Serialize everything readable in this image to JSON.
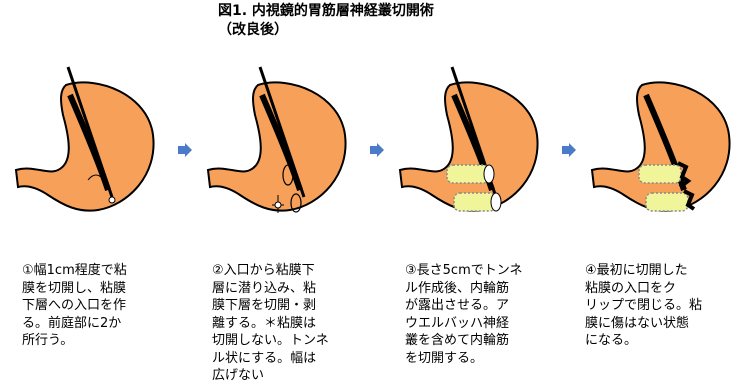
{
  "title": {
    "line1": "図1. 内視鏡的胃筋層神経叢切開術",
    "line2": "（改良後）"
  },
  "colors": {
    "stomach": "#f7a05a",
    "outline": "#000000",
    "arrow": "#4a7bc8",
    "tunnel": "#f0f59a"
  },
  "steps": [
    {
      "caption": "①幅1cm程度で粘\n膜を切開し、粘膜\n下層への入口を作\nる。前庭部に2か\n所行う。"
    },
    {
      "caption": "②入口から粘膜下\n層に潜り込み、粘\n膜下層を切開・剥\n離する。＊粘膜は\n切開しない。トンネ\nル状にする。幅は\n広げない"
    },
    {
      "caption": "③長さ5cmでトンネ\nル作成後、内輪筋\nが露出させる。ア\nウエルバッハ神経\n叢を含めて内輪筋\nを切開する。"
    },
    {
      "caption": "④最初に切開した\n粘膜の入口をク\nリップで閉じる。粘\n膜に傷はない状態\nになる。"
    }
  ]
}
